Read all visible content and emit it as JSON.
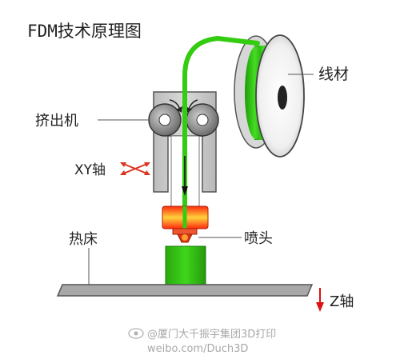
{
  "title": "FDM技术原理图",
  "labels": {
    "filament": "线材",
    "extruder": "挤出机",
    "xy_axis": "XY轴",
    "nozzle": "喷头",
    "heated_bed": "热床",
    "z_axis": "Z轴"
  },
  "watermark": {
    "line1": "@厦门大千振宇集团3D打印",
    "line2": "weibo.com/Duch3D"
  },
  "colors": {
    "filament": "#33cc11",
    "frame": "#c8c8c8",
    "heater": "#ee3311",
    "bed": "#a0a0a0",
    "z_arrow": "#dd1111",
    "xy_arrows": "#dd3322"
  },
  "icons": [
    "weibo-eye-icon"
  ]
}
